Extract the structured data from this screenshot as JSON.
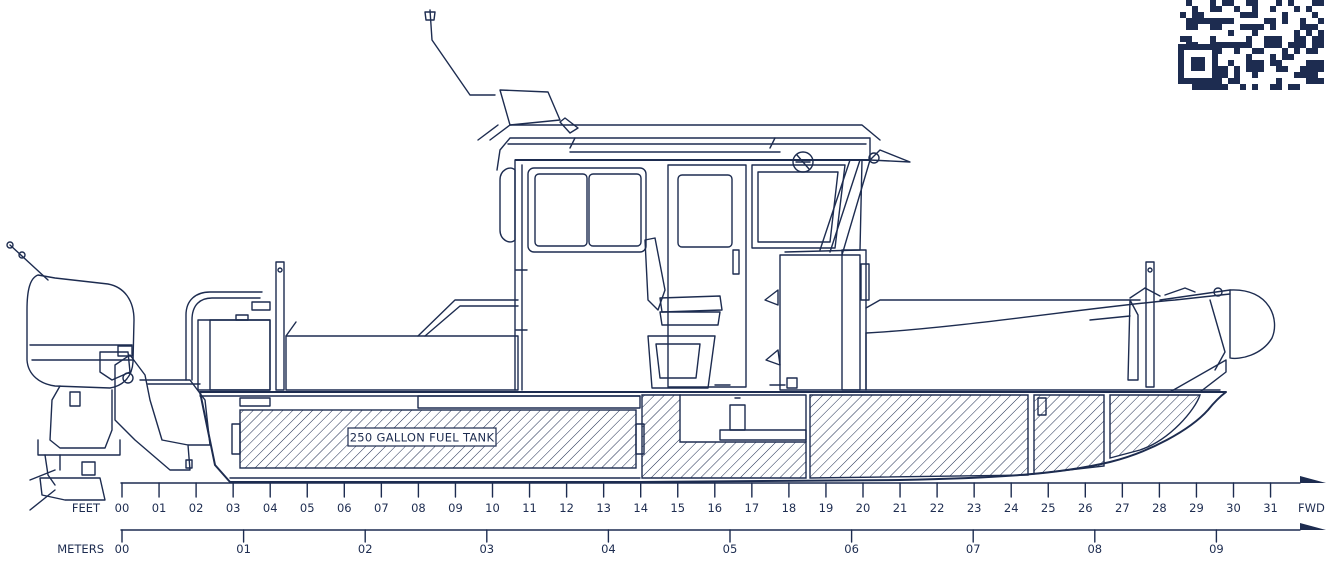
{
  "tank_label": "250 GALLON FUEL TANK",
  "scales": {
    "feet": {
      "label": "FEET",
      "ticks": [
        "00",
        "01",
        "02",
        "03",
        "04",
        "05",
        "06",
        "07",
        "08",
        "09",
        "10",
        "11",
        "12",
        "13",
        "14",
        "15",
        "16",
        "17",
        "18",
        "19",
        "20",
        "21",
        "22",
        "23",
        "24",
        "25",
        "26",
        "27",
        "28",
        "29",
        "30",
        "31"
      ],
      "end_label": "FWD"
    },
    "meters": {
      "label": "METERS",
      "ticks": [
        "00",
        "01",
        "02",
        "03",
        "04",
        "05",
        "06",
        "07",
        "08",
        "09"
      ]
    }
  },
  "colors": {
    "ink": "#1d2c50",
    "background": "#ffffff"
  },
  "icons": {
    "corner_graphic": "qr-code-icon"
  }
}
